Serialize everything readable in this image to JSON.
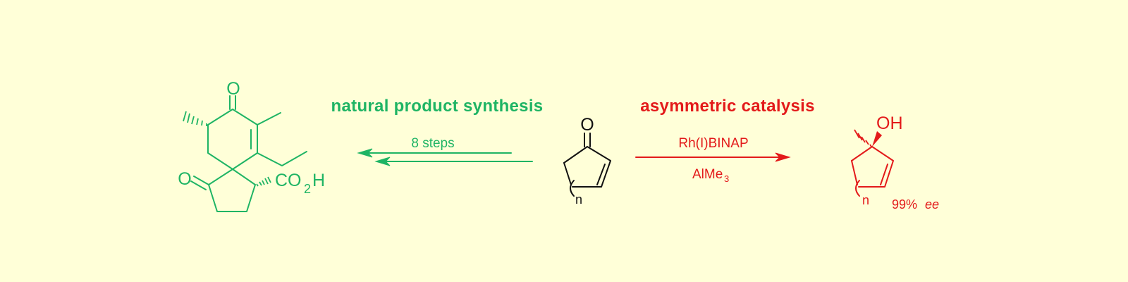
{
  "colors": {
    "background": "#ffffd8",
    "green": "#1eb464",
    "red": "#e31a1a",
    "black": "#111111"
  },
  "left_heading": "natural product synthesis",
  "right_heading": "asymmetric catalysis",
  "left_arrow": {
    "label": "8 steps"
  },
  "right_arrow": {
    "label_top": "Rh(I)BINAP",
    "label_bottom_main": "AlMe",
    "label_bottom_sub": "3"
  },
  "natural_product": {
    "ketone_o_top": "O",
    "ketone_o_left": "O",
    "acid_co": "CO",
    "acid_sub": "2",
    "acid_h": "H"
  },
  "starting_material": {
    "oxygen": "O",
    "ring_index": "n"
  },
  "product": {
    "hydroxyl": "OH",
    "ring_index": "n",
    "ee_value": "99%",
    "ee_unit": "ee"
  }
}
